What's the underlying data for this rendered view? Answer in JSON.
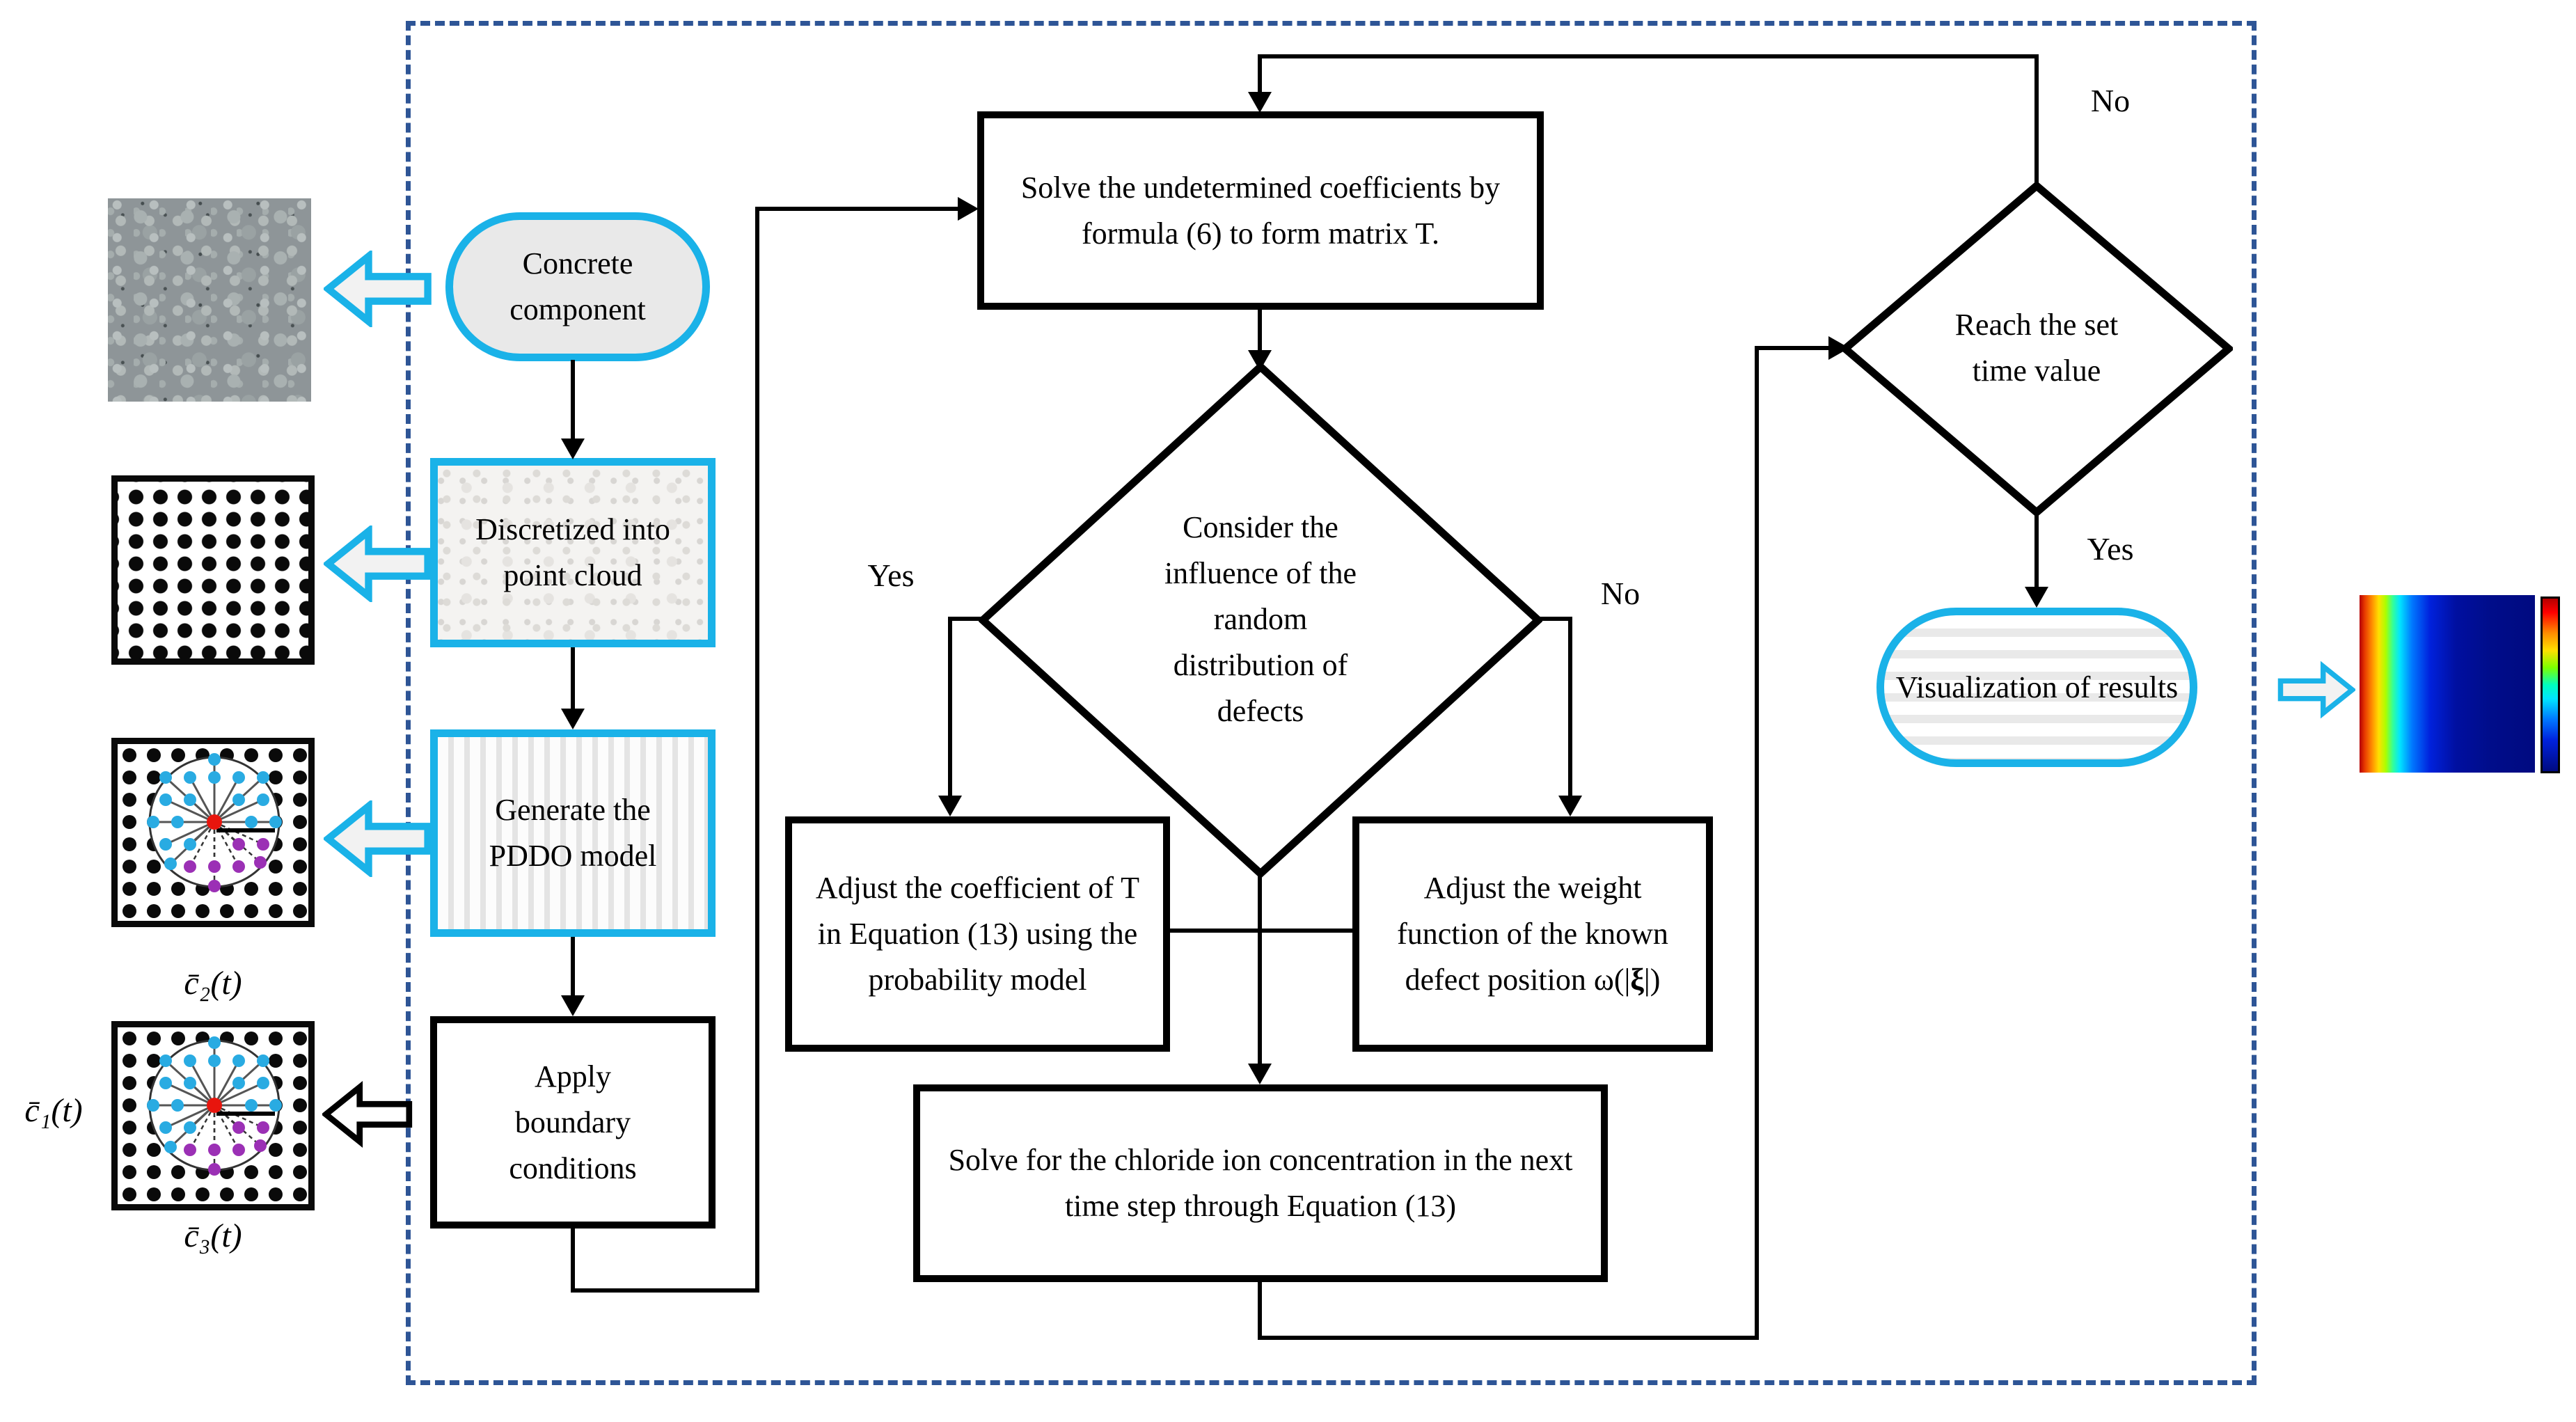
{
  "colors": {
    "accent_cyan": "#1ab2e8",
    "dashed_border_blue": "#2e5596",
    "line_black": "#000000",
    "red_center_dot": "#e8150d",
    "blue_family_dot": "#29abe2",
    "purple_family_dot": "#9b30b5",
    "pill_fill_gray": "#e9e9e9"
  },
  "nodes": {
    "concrete": {
      "label": "Concrete component"
    },
    "discretized": {
      "label": "Discretized into point cloud"
    },
    "generate": {
      "label": "Generate the PDDO model"
    },
    "apply": {
      "label": "Apply boundary conditions"
    },
    "solve_coefficients": {
      "label": "Solve the undetermined coefficients by formula (6) to form matrix T."
    },
    "decision_defects": {
      "label": "Consider the influence of the random distribution of defects"
    },
    "adjust_coefficient": {
      "label": "Adjust the coefficient of T in Equation (13) using the probability model"
    },
    "adjust_weight": {
      "label_prefix": "Adjust the weight function of the known defect position ",
      "omega_open": "ω(|",
      "xi": "ξ",
      "omega_close": "|)"
    },
    "solve_chloride": {
      "label": "Solve for the chloride ion concentration in the next time step through Equation (13)"
    },
    "decision_time": {
      "label": "Reach the set time value"
    },
    "visualization": {
      "label": "Visualization of results"
    }
  },
  "branch_labels": {
    "defects_yes": "Yes",
    "defects_no": "No",
    "time_no": "No",
    "time_yes": "Yes"
  },
  "boundary_labels": {
    "c1": "c̄₁(t)",
    "c2": "c̄₂(t)",
    "c3": "c̄₃(t)"
  },
  "icons": {
    "left_arrow_cyan": "hollow-left-arrow",
    "left_arrow_black": "hollow-left-arrow",
    "right_arrow_cyan": "hollow-right-arrow"
  }
}
